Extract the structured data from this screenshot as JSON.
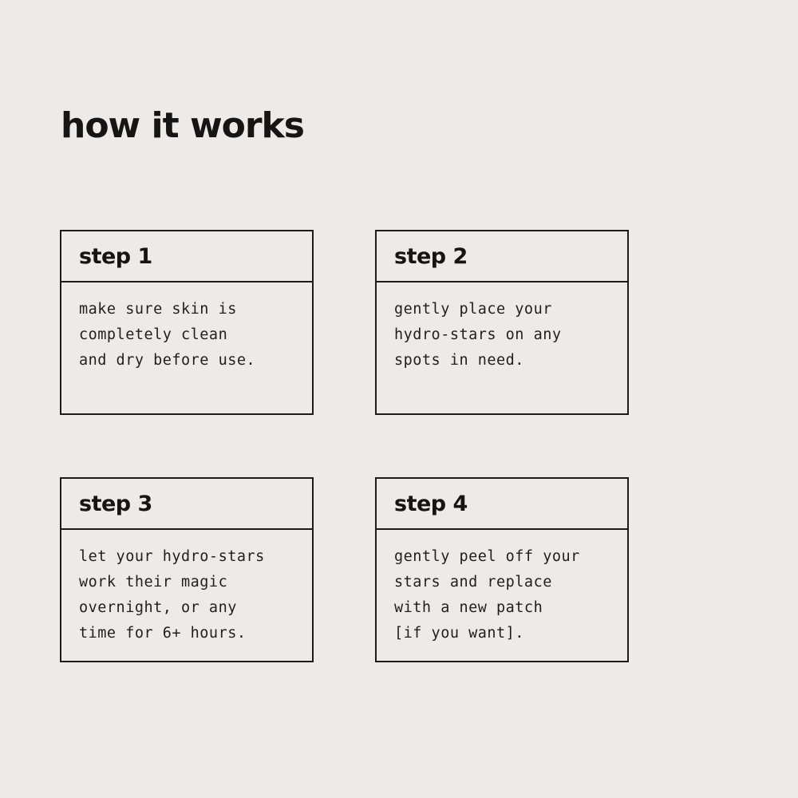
{
  "page": {
    "title": "how it works",
    "background_color": "#edebe9",
    "border_color": "#1b1b1b",
    "text_color": "#1c1c1c"
  },
  "steps": [
    {
      "label": "step 1",
      "body": "make sure skin is\ncompletely clean\nand dry before use."
    },
    {
      "label": "step 2",
      "body": "gently place your\nhydro-stars on any\nspots in need."
    },
    {
      "label": "step 3",
      "body": "let your hydro-stars\nwork their magic\novernight, or any\ntime for 6+ hours."
    },
    {
      "label": "step 4",
      "body": "gently peel off your\nstars and replace\nwith a new patch\n[if you want]."
    }
  ]
}
